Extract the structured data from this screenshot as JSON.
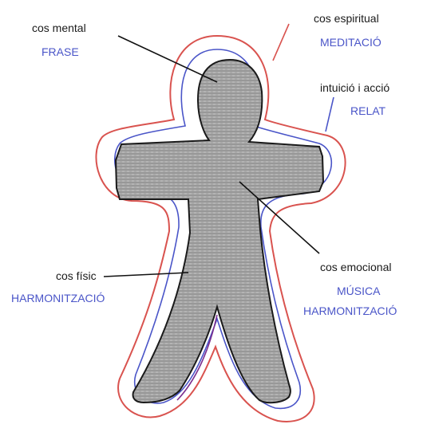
{
  "colors": {
    "outer_aura": "#d9534f",
    "inner_aura": "#4a55c8",
    "body_fill": "#a9a9a9",
    "body_outline": "#1a1a1a",
    "label_text": "#1a1a1a",
    "label_accent": "#4a55c8"
  },
  "labels": {
    "mental": {
      "title": "cos mental",
      "practice": "FRASE"
    },
    "spiritual": {
      "title": "cos espiritual",
      "practice": "MEDITACIÓ"
    },
    "intuition": {
      "title": "intuició i acció",
      "practice": "RELAT"
    },
    "emotional": {
      "title": "cos emocional",
      "practice_1": "MÚSICA",
      "practice_2": "HARMONITZACIÓ"
    },
    "physical": {
      "title": "cos físic",
      "practice": "HARMONITZACIÓ"
    }
  }
}
